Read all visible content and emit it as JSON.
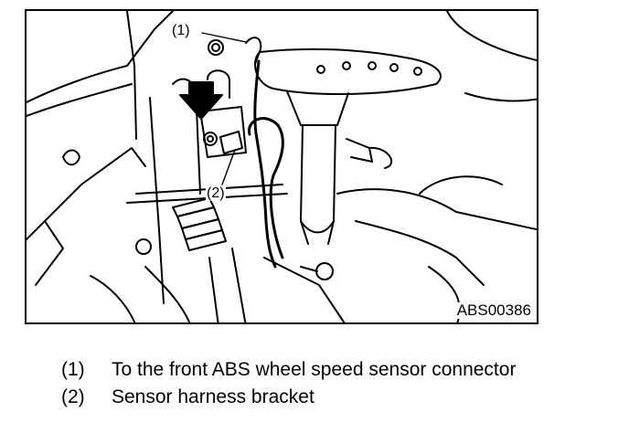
{
  "figure": {
    "id": "ABS00386",
    "callouts": [
      "(1)",
      "(2)"
    ]
  },
  "legend": [
    {
      "number": "(1)",
      "text": "To the front ABS wheel speed sensor connector"
    },
    {
      "number": "(2)",
      "text": "Sensor harness bracket"
    }
  ]
}
